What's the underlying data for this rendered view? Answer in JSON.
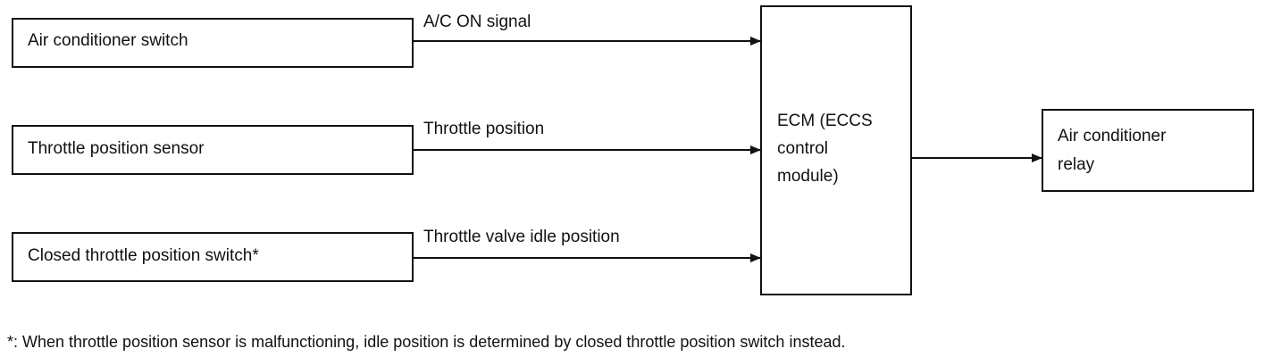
{
  "inputs": [
    {
      "label": "Air conditioner switch",
      "signal": "A/C ON signal"
    },
    {
      "label": "Throttle position sensor",
      "signal": "Throttle position"
    },
    {
      "label": "Closed throttle position switch*",
      "signal": "Throttle valve idle position"
    }
  ],
  "ecm": {
    "lines": [
      "ECM (ECCS",
      "control",
      "module)"
    ]
  },
  "output": {
    "lines": [
      "Air conditioner",
      "relay"
    ]
  },
  "footnote": "*: When throttle position sensor is malfunctioning, idle position is determined by closed throttle position switch instead."
}
